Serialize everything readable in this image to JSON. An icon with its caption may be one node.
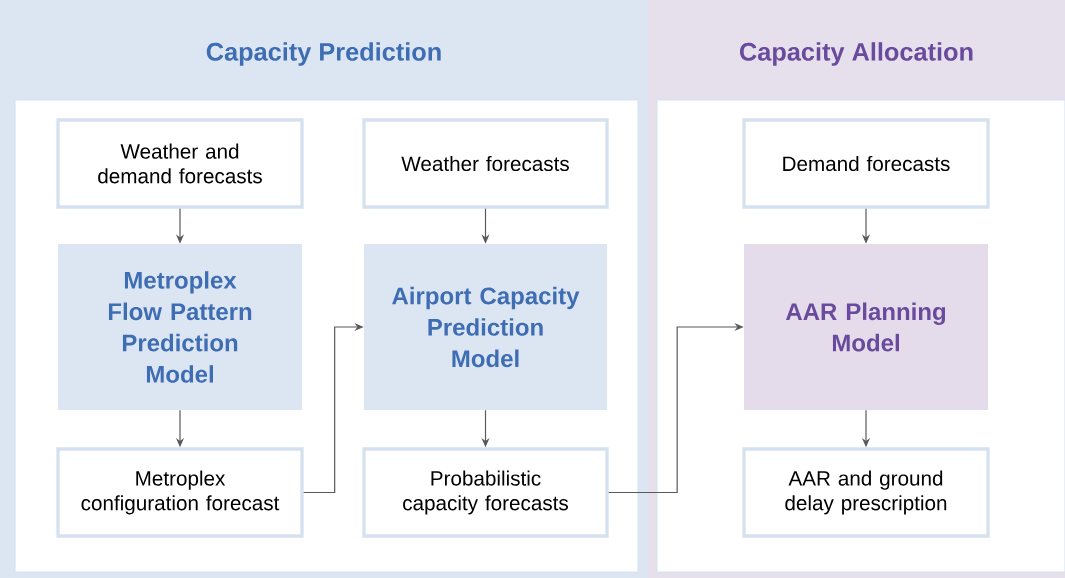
{
  "diagram": {
    "nodes": [
      {
        "text": [
          "Capacity Prediction"
        ]
      },
      {
        "text": [],
        "shape": "box",
        "in": 0
      },
      {
        "text": [
          "Weather and demand forecasts"
        ],
        "in": 1
      },
      {
        "text": [
          "Metroplex Flow Pattern Prediction Model"
        ],
        "in": 1
      },
      {
        "text": [
          "Metroplex configuration forecast"
        ],
        "in": 1
      },
      {
        "text": [
          "Weather forecasts"
        ],
        "in": 1
      },
      {
        "text": [
          "Airport Capacity Prediction Model"
        ],
        "in": 1
      },
      {
        "text": [
          "Probabilistic capacity forecasts"
        ],
        "in": 1
      },
      {
        "text": [
          "Capacity Allocation"
        ]
      },
      {
        "text": [],
        "shape": "box",
        "in": 8
      },
      {
        "text": [
          "Demand forecasts"
        ],
        "in": 9
      },
      {
        "text": [
          "AAR Planning Model"
        ],
        "in": 9
      },
      {
        "text": [
          "AAR and ground delay prescription"
        ],
        "in": 9
      }
    ],
    "edges": [
      {
        "from": 2,
        "to": 3,
        "arrow": "to"
      },
      {
        "from": 3,
        "to": 4,
        "arrow": "to"
      },
      {
        "from": 4,
        "to": 6,
        "arrow": "to"
      },
      {
        "from": 5,
        "to": 6,
        "arrow": "to"
      },
      {
        "from": 6,
        "to": 7,
        "arrow": "to"
      },
      {
        "from": 7,
        "to": 11,
        "arrow": "to"
      },
      {
        "from": 10,
        "to": 11,
        "arrow": "to"
      },
      {
        "from": 11,
        "to": 12,
        "arrow": "to"
      }
    ]
  }
}
